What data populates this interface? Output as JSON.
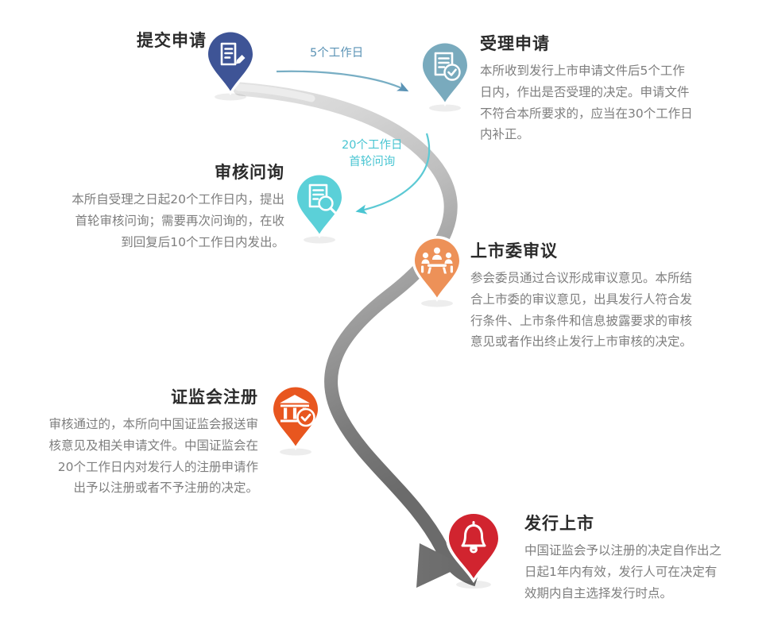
{
  "diagram": {
    "title_semantic": "ipo-registration-review-flow",
    "palette": {
      "step1": "#3e5496",
      "step2": "#79aabd",
      "step3": "#5bd0d8",
      "step4": "#ed9158",
      "step5": "#e8561f",
      "step6": "#d1242f",
      "ribbon_light": "#d8d8d8",
      "ribbon_dark": "#6b6b6b",
      "heading": "#2b2b2b",
      "body": "#7e7e7e",
      "connector1": "#5b93b5",
      "connector2": "#49c5d2"
    },
    "steps": [
      {
        "id": "submit-application",
        "title": "提交申请",
        "desc": "",
        "icon": "document-pencil-icon",
        "color": "#3e5496",
        "align": "right"
      },
      {
        "id": "accept-application",
        "title": "受理申请",
        "desc": "本所收到发行上市申请文件后5个工作日内，作出是否受理的决定。申请文件不符合本所要求的，应当在30个工作日内补正。",
        "icon": "document-check-icon",
        "color": "#79aabd",
        "align": "left"
      },
      {
        "id": "review-inquiry",
        "title": "审核问询",
        "desc": "本所自受理之日起20个工作日内，提出首轮审核问询；需要再次问询的，在收到回复后10个工作日内发出。",
        "icon": "document-search-icon",
        "color": "#5bd0d8",
        "align": "right"
      },
      {
        "id": "listing-committee-review",
        "title": "上市委审议",
        "desc": "参会委员通过合议形成审议意见。本所结合上市委的审议意见，出具发行人符合发行条件、上市条件和信息披露要求的审核意见或者作出终止发行上市审核的决定。",
        "icon": "meeting-people-icon",
        "color": "#ed9158",
        "align": "left"
      },
      {
        "id": "csrc-registration",
        "title": "证监会注册",
        "desc": "审核通过的，本所向中国证监会报送审核意见及相关申请文件。中国证监会在20个工作日内对发行人的注册申请作出予以注册或者不予注册的决定。",
        "icon": "bank-check-icon",
        "color": "#e8561f",
        "align": "right"
      },
      {
        "id": "issuance-listing",
        "title": "发行上市",
        "desc": "中国证监会予以注册的决定自作出之日起1年内有效，发行人可在决定有效期内自主选择发行时点。",
        "icon": "bell-icon",
        "color": "#d1242f",
        "align": "left"
      }
    ],
    "connectors": [
      {
        "id": "connector-5-working-days",
        "lines": [
          "5个工作日"
        ],
        "color": "#5b93b5"
      },
      {
        "id": "connector-20-working-days",
        "lines": [
          "20个工作日",
          "首轮问询"
        ],
        "color": "#49c5d2"
      }
    ]
  }
}
